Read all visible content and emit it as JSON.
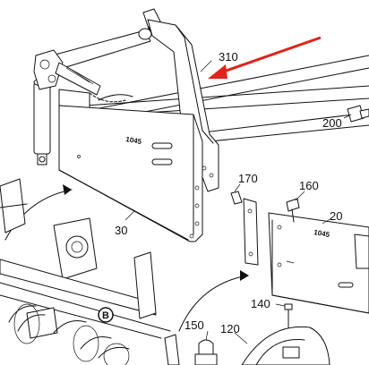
{
  "callouts": {
    "c310": "310",
    "c200": "200",
    "c170": "170",
    "c160": "160",
    "c20": "20",
    "c30": "30",
    "c140": "140",
    "c150": "150",
    "c120": "120"
  },
  "stamps": {
    "panel_left": "1045",
    "panel_right": "1045"
  },
  "badge": {
    "letter": "B"
  },
  "colors": {
    "pointer_arrow": "#e0241b",
    "line": "#111111"
  }
}
